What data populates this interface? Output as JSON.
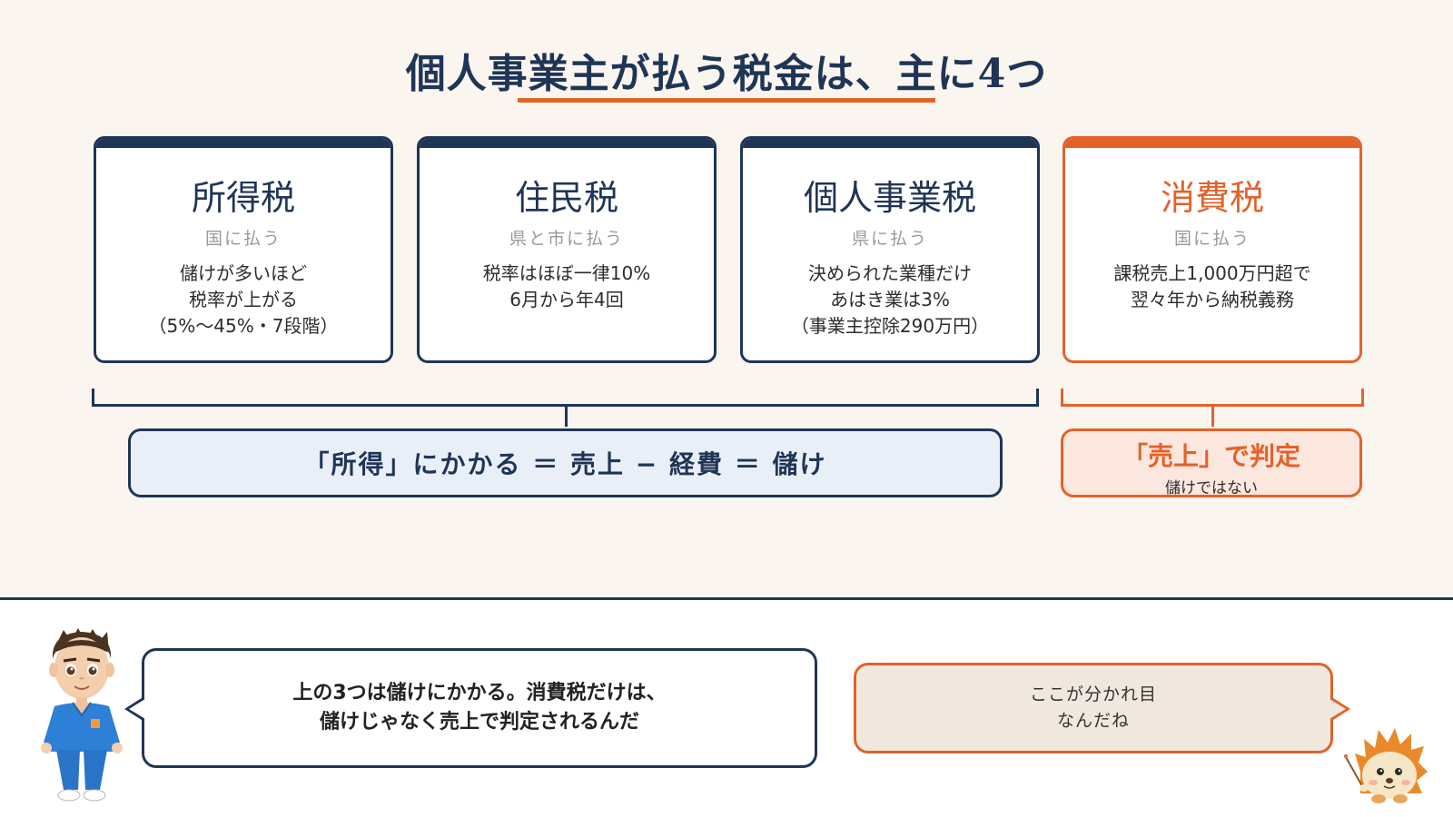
{
  "title": "個人事業主が払う税金は、主に4つ",
  "cards": [
    {
      "name": "所得税",
      "payer": "国に払う",
      "desc": [
        "儲けが多いほど",
        "税率が上がる",
        "（5%〜45%・7段階）"
      ]
    },
    {
      "name": "住民税",
      "payer": "県と市に払う",
      "desc": [
        "税率はほぼ一律10%",
        "6月から年4回"
      ]
    },
    {
      "name": "個人事業税",
      "payer": "県に払う",
      "desc": [
        "決められた業種だけ",
        "あはき業は3%",
        "（事業主控除290万円）"
      ]
    },
    {
      "name": "消費税",
      "payer": "国に払う",
      "desc": [
        "課税売上1,000万円超で",
        "翌々年から納税義務"
      ]
    }
  ],
  "formula": "「所得」にかかる ＝ 売上 − 経費 ＝ 儲け",
  "judge": {
    "main": "「売上」で判定",
    "sub": "儲けではない"
  },
  "dialogue": {
    "left_line1": "上の3つは儲けにかかる。消費税だけは、",
    "left_line2": "儲けじゃなく売上で判定されるんだ",
    "right_line1": "ここが分かれ目",
    "right_line2": "なんだね"
  },
  "colors": {
    "navy": "#1f3556",
    "orange": "#e3622a",
    "background": "#faf5ef"
  },
  "icons": {
    "left_character": "man-in-scrubs-avatar",
    "right_character": "hedgehog-character"
  }
}
